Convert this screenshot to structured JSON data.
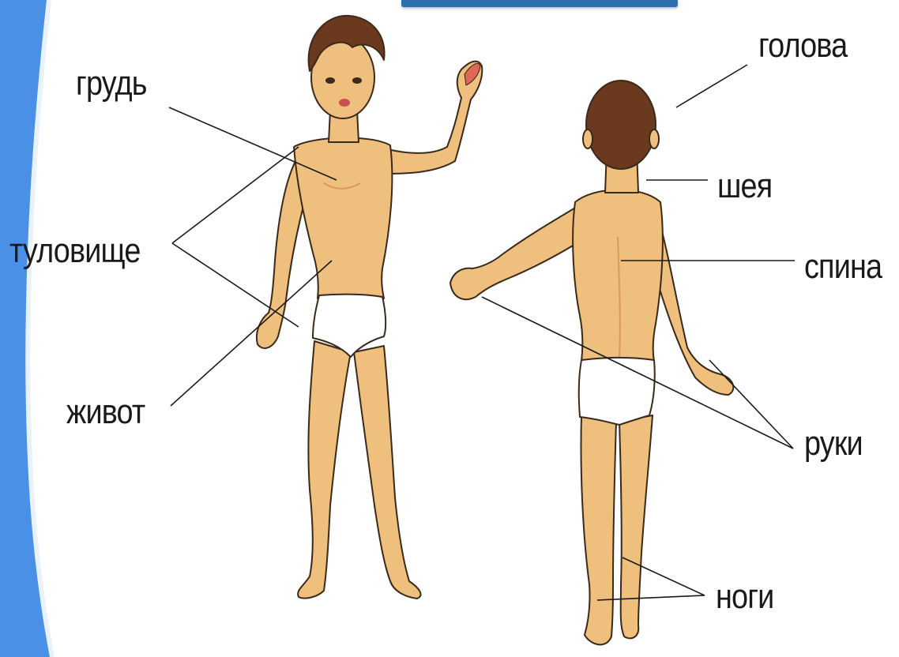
{
  "labels": {
    "chest": "грудь",
    "torso": "туловище",
    "belly": "живот",
    "head": "голова",
    "neck": "шея",
    "back": "спина",
    "arms": "руки",
    "legs": "ноги"
  },
  "colors": {
    "accent_band": "#4a90e6",
    "top_bar": "#2f6fae",
    "skin": "#efbf7d",
    "skin_shadow": "#d99a55",
    "hair": "#6b3a1e",
    "underwear": "#ffffff",
    "outline": "#3a2a1a",
    "leader_line": "#1a1a1a"
  },
  "figures": {
    "front": "boy-front-figure",
    "back": "boy-back-figure"
  }
}
